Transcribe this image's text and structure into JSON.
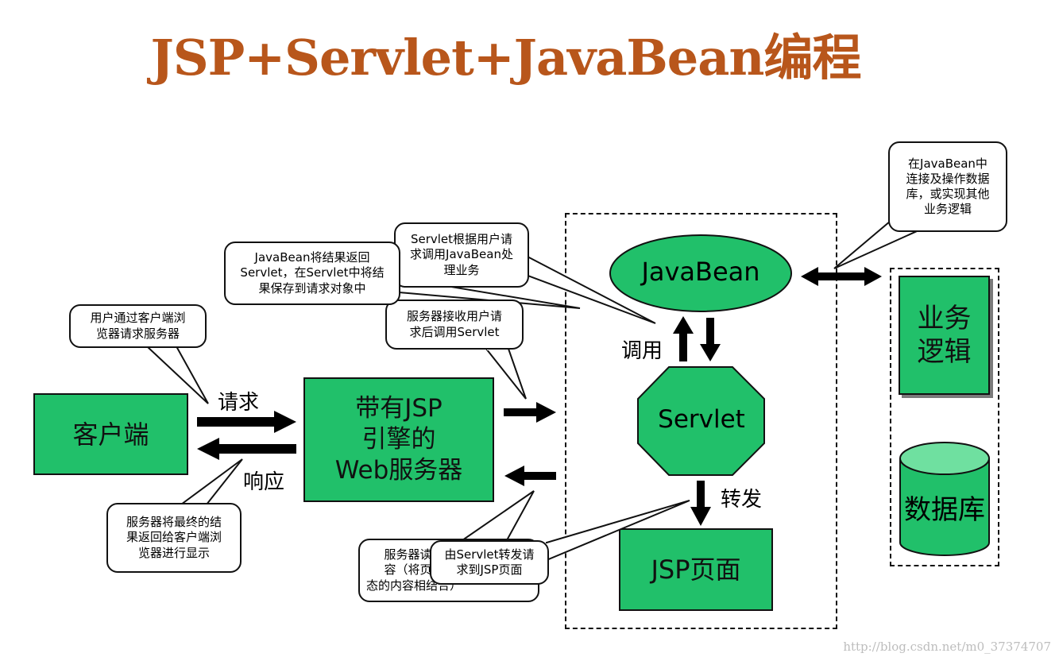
{
  "title": "JSP+Servlet+JavaBean编程",
  "boxes": {
    "client": "客户端",
    "web_server": "带有JSP\n引擎的\nWeb服务器",
    "javabean": "JavaBean",
    "servlet": "Servlet",
    "jsp_page": "JSP页面",
    "business_logic": "业务\n逻辑",
    "database": "数据库"
  },
  "labels": {
    "request": "请求",
    "response": "响应",
    "invoke": "调用",
    "forward": "转发"
  },
  "callouts": {
    "client_request": "用户通过客户端浏\n览器请求服务器",
    "server_final": "服务器将最终的结\n果返回给客户端浏\n览器进行显示",
    "javabean_return": "JavaBean将结果返回\nServlet，在Servlet中将结\n果保存到请求对象中",
    "servlet_invoke": "Servlet根据用户请\n求调用JavaBean处\n理业务",
    "server_receive": "服务器接收用户请\n求后调用Servlet",
    "javabean_db": "在JavaBean中\n连接及操作数据\n库，或实现其他\n业务逻辑",
    "server_read": "服务器读取\n容（将页面\n态的内容相结合）",
    "servlet_forward": "由Servlet转发请\n求到JSP页面"
  },
  "watermark": "http://blog.csdn.net/m0_37374707",
  "colors": {
    "title": "#B8561B",
    "box_fill": "#21C06A",
    "db_top": "#6FE0A0"
  }
}
